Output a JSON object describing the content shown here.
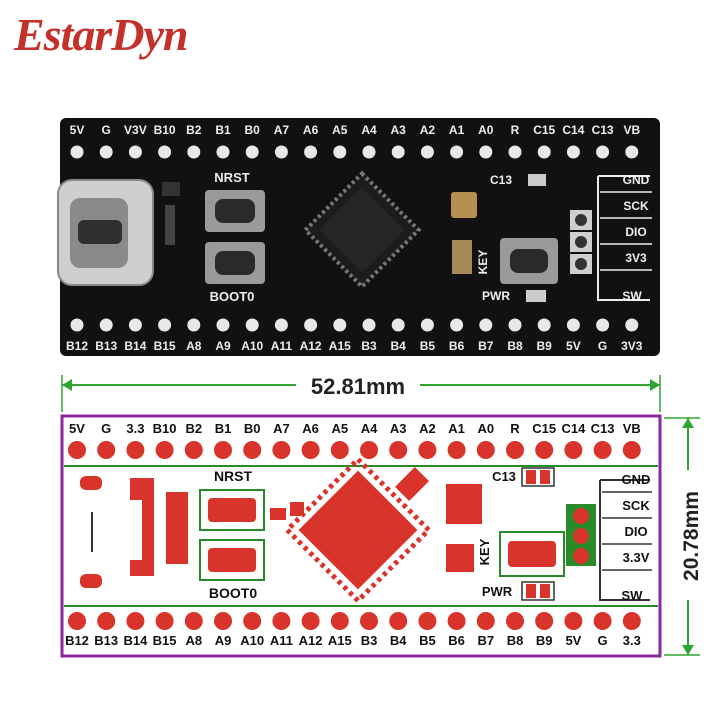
{
  "brand": {
    "name": "EstarDyn"
  },
  "board_photo": {
    "top_pins": [
      "5V",
      "G",
      "V3V",
      "B10",
      "B2",
      "B1",
      "B0",
      "A7",
      "A6",
      "A5",
      "A4",
      "A3",
      "A2",
      "A1",
      "A0",
      "R",
      "C15",
      "C14",
      "C13",
      "VB"
    ],
    "bottom_pins": [
      "B12",
      "B13",
      "B14",
      "B15",
      "A8",
      "A9",
      "A10",
      "A11",
      "A12",
      "A15",
      "B3",
      "B4",
      "B5",
      "B6",
      "B7",
      "B8",
      "B9",
      "5V",
      "G",
      "3V3"
    ],
    "swd_pins": [
      "GND",
      "SCK",
      "DIO",
      "3V3"
    ],
    "labels": {
      "nrst": "NRST",
      "boot0": "BOOT0",
      "c13": "C13",
      "key": "KEY",
      "pwr": "PWR",
      "sw": "SW"
    }
  },
  "dimensions": {
    "width": "52.81mm",
    "height": "20.78mm"
  },
  "board_diagram": {
    "top_pins": [
      "5V",
      "G",
      "3.3",
      "B10",
      "B2",
      "B1",
      "B0",
      "A7",
      "A6",
      "A5",
      "A4",
      "A3",
      "A2",
      "A1",
      "A0",
      "R",
      "C15",
      "C14",
      "C13",
      "VB"
    ],
    "bottom_pins": [
      "B12",
      "B13",
      "B14",
      "B15",
      "A8",
      "A9",
      "A10",
      "A11",
      "A12",
      "A15",
      "B3",
      "B4",
      "B5",
      "B6",
      "B7",
      "B8",
      "B9",
      "5V",
      "G",
      "3.3"
    ],
    "swd_pins": [
      "GND",
      "SCK",
      "DIO",
      "3.3V"
    ],
    "labels": {
      "nrst": "NRST",
      "boot0": "BOOT0",
      "c13": "C13",
      "key": "KEY",
      "pwr": "PWR",
      "sw": "SW"
    }
  },
  "colors": {
    "board": "#111111",
    "pad": "#e8e8e8",
    "diagram_red": "#d8342c",
    "outline": "#8a2a9a",
    "dimension": "#2fa52f",
    "diagram_text": "#111111"
  }
}
